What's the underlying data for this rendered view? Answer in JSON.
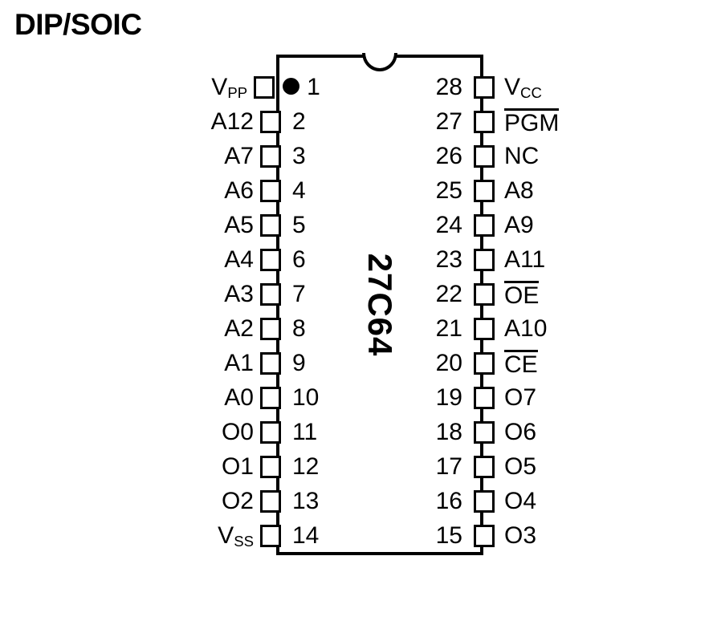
{
  "title": "DIP/SOIC",
  "chip": {
    "name": "27C64",
    "package": "DIP/SOIC",
    "pin_count": 28,
    "pin1_marker": "filled-dot",
    "notch": "top-center-semicircle"
  },
  "pins": {
    "left": [
      {
        "number": "1",
        "label": "V",
        "sub": "PP",
        "overline": false
      },
      {
        "number": "2",
        "label": "A12",
        "sub": "",
        "overline": false
      },
      {
        "number": "3",
        "label": "A7",
        "sub": "",
        "overline": false
      },
      {
        "number": "4",
        "label": "A6",
        "sub": "",
        "overline": false
      },
      {
        "number": "5",
        "label": "A5",
        "sub": "",
        "overline": false
      },
      {
        "number": "6",
        "label": "A4",
        "sub": "",
        "overline": false
      },
      {
        "number": "7",
        "label": "A3",
        "sub": "",
        "overline": false
      },
      {
        "number": "8",
        "label": "A2",
        "sub": "",
        "overline": false
      },
      {
        "number": "9",
        "label": "A1",
        "sub": "",
        "overline": false
      },
      {
        "number": "10",
        "label": "A0",
        "sub": "",
        "overline": false
      },
      {
        "number": "11",
        "label": "O0",
        "sub": "",
        "overline": false
      },
      {
        "number": "12",
        "label": "O1",
        "sub": "",
        "overline": false
      },
      {
        "number": "13",
        "label": "O2",
        "sub": "",
        "overline": false
      },
      {
        "number": "14",
        "label": "V",
        "sub": "SS",
        "overline": false
      }
    ],
    "right": [
      {
        "number": "28",
        "label": "V",
        "sub": "CC",
        "overline": false
      },
      {
        "number": "27",
        "label": "PGM",
        "sub": "",
        "overline": true
      },
      {
        "number": "26",
        "label": "NC",
        "sub": "",
        "overline": false
      },
      {
        "number": "25",
        "label": "A8",
        "sub": "",
        "overline": false
      },
      {
        "number": "24",
        "label": "A9",
        "sub": "",
        "overline": false
      },
      {
        "number": "23",
        "label": "A11",
        "sub": "",
        "overline": false
      },
      {
        "number": "22",
        "label": "OE",
        "sub": "",
        "overline": true
      },
      {
        "number": "21",
        "label": "A10",
        "sub": "",
        "overline": false
      },
      {
        "number": "20",
        "label": "CE",
        "sub": "",
        "overline": true
      },
      {
        "number": "19",
        "label": "O7",
        "sub": "",
        "overline": false
      },
      {
        "number": "18",
        "label": "O6",
        "sub": "",
        "overline": false
      },
      {
        "number": "17",
        "label": "O5",
        "sub": "",
        "overline": false
      },
      {
        "number": "16",
        "label": "O4",
        "sub": "",
        "overline": false
      },
      {
        "number": "15",
        "label": "O3",
        "sub": "",
        "overline": false
      }
    ]
  },
  "colors": {
    "ink": "#000000",
    "background": "#ffffff"
  }
}
